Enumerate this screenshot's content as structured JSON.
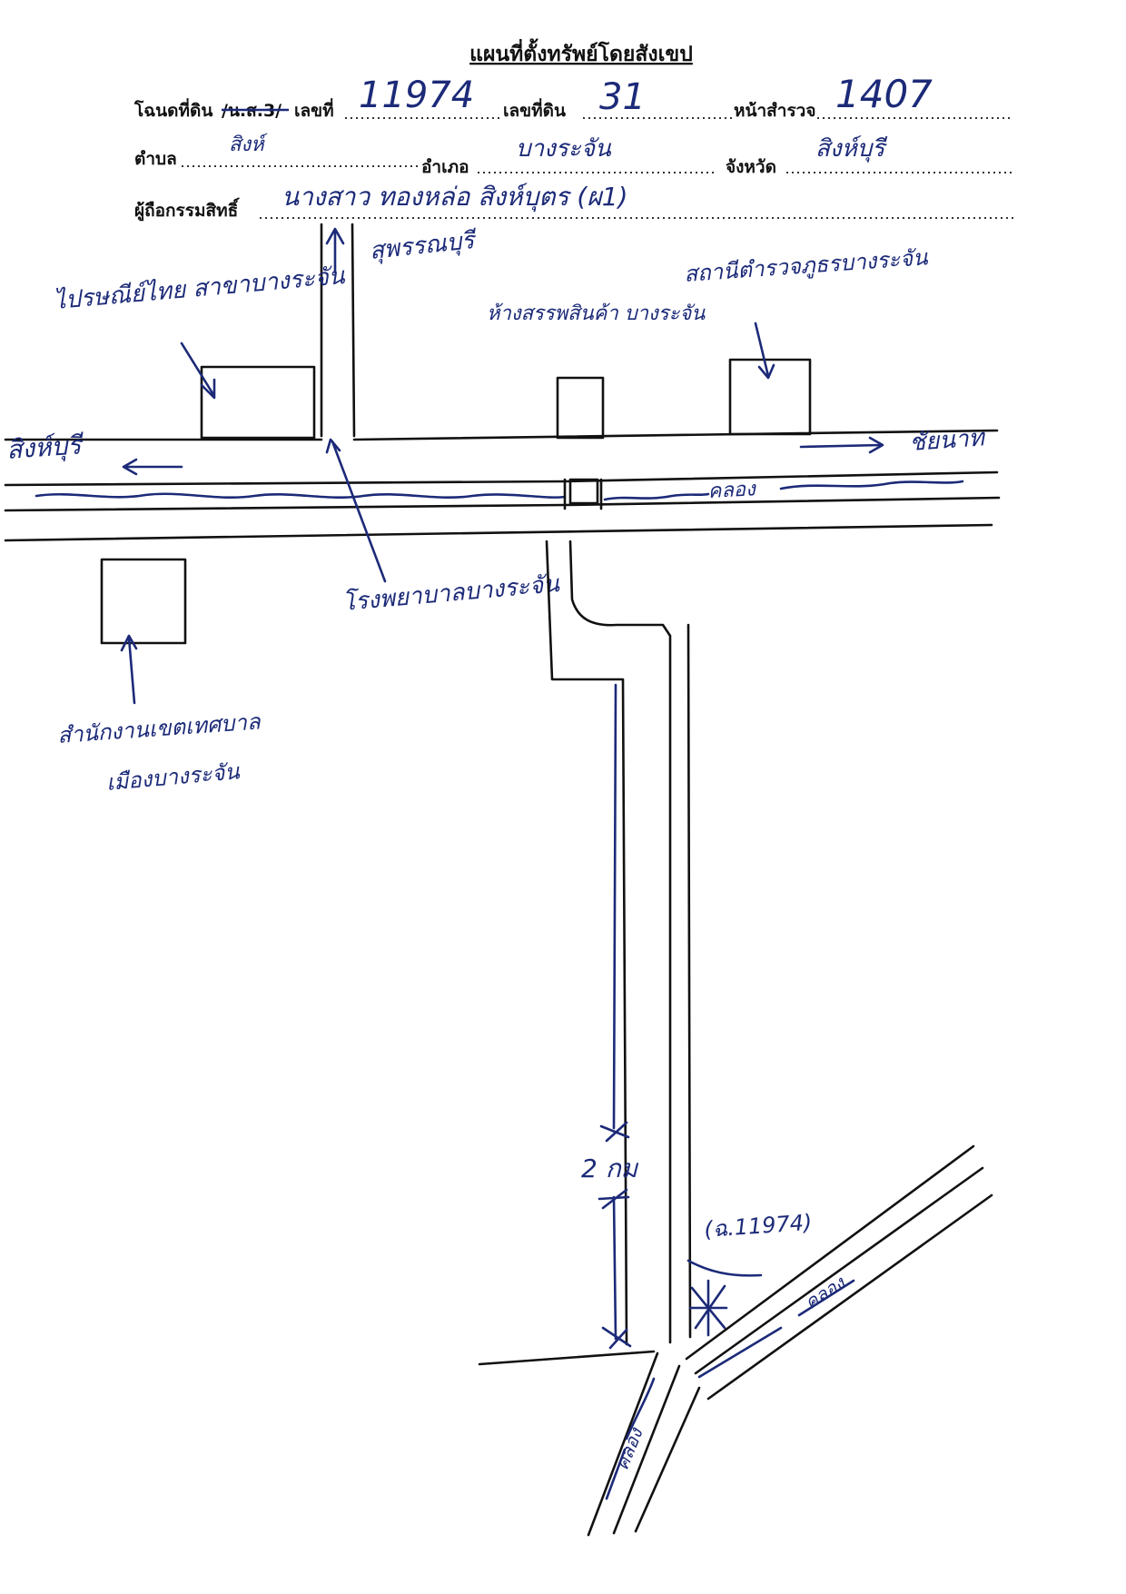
{
  "title": "แผนที่ตั้งทรัพย์โดยสังเขป",
  "form": {
    "deed_label": "โฉนดที่ดิน",
    "deed_strike": "/น.ส.3/",
    "number_label": "เลขที่",
    "number_value": "11974",
    "land_no_label": "เลขที่ดิน",
    "land_no_value": "31",
    "survey_page_label": "หน้าสำรวจ",
    "survey_page_value": "1407",
    "subdistrict_label": "ตำบล",
    "subdistrict_value": "สิงห์",
    "district_label": "อำเภอ",
    "district_value": "บางระจัน",
    "province_label": "จังหวัด",
    "province_value": "สิงห์บุรี",
    "owner_label": "ผู้ถือกรรมสิทธิ์",
    "owner_value": "นางสาว ทองหล่อ สิงห์บุตร (ผ1)"
  },
  "map_labels": {
    "suphanburi": "สุพรรณบุรี",
    "post_office": "ไปรษณีย์ไทย สาขาบางระจัน",
    "police": "สถานีตำรวจภูธรบางระจัน",
    "dept_store": "ห้างสรรพสินค้า บางระจัน",
    "singburi_left": "สิงห์บุรี",
    "chainat": "ชัยนาท",
    "canal_top": "คลอง",
    "hospital": "โรงพยาบาลบางระจัน",
    "district_office_line1": "สำนักงานเขตเทศบาล",
    "district_office_line2": "เมืองบางระจัน",
    "distance": "2 กม",
    "plot": "(ฉ.11974)",
    "canal_right": "คลอง",
    "canal_bottom": "คลอง"
  }
}
